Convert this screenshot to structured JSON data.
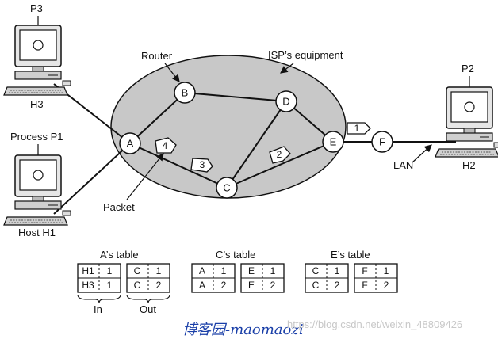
{
  "labels": {
    "router": "Router",
    "isp": "ISP’s equipment",
    "packet": "Packet",
    "lan": "LAN",
    "p3": "P3",
    "h3": "H3",
    "process_p1": "Process P1",
    "host_h1": "Host H1",
    "p2": "P2",
    "h2": "H2"
  },
  "nodes": [
    "A",
    "B",
    "C",
    "D",
    "E",
    "F"
  ],
  "packets": [
    "1",
    "2",
    "3",
    "4"
  ],
  "tables": [
    {
      "title": "A’s table",
      "in": [
        [
          "H1",
          "1"
        ],
        [
          "H3",
          "1"
        ]
      ],
      "out": [
        [
          "C",
          "1"
        ],
        [
          "C",
          "2"
        ]
      ],
      "in_label": "In",
      "out_label": "Out"
    },
    {
      "title": "C’s table",
      "in": [
        [
          "A",
          "1"
        ],
        [
          "A",
          "2"
        ]
      ],
      "out": [
        [
          "E",
          "1"
        ],
        [
          "E",
          "2"
        ]
      ]
    },
    {
      "title": "E’s table",
      "in": [
        [
          "C",
          "1"
        ],
        [
          "C",
          "2"
        ]
      ],
      "out": [
        [
          "F",
          "1"
        ],
        [
          "F",
          "2"
        ]
      ]
    }
  ],
  "watermark": {
    "text": "博客园-maomaozi",
    "url": "https://blog.csdn.net/weixin_48809426"
  },
  "colors": {
    "isp_fill": "#c8c8c8",
    "node_fill": "#ffffff",
    "watermark": "#1a3fa8"
  }
}
